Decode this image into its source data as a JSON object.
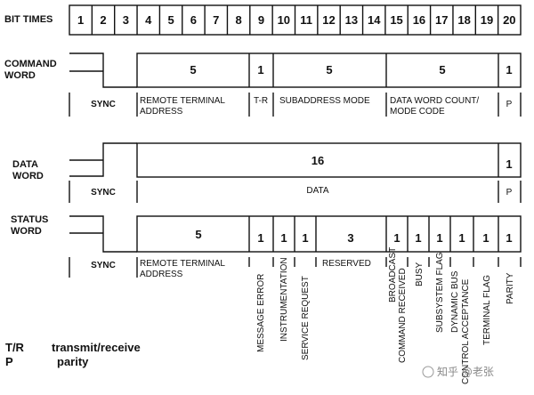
{
  "header": {
    "label": "BIT TIMES",
    "bits": [
      "1",
      "2",
      "3",
      "4",
      "5",
      "6",
      "7",
      "8",
      "9",
      "10",
      "11",
      "12",
      "13",
      "14",
      "15",
      "16",
      "17",
      "18",
      "19",
      "20"
    ]
  },
  "command_word": {
    "label_line1": "COMMAND",
    "label_line2": "WORD",
    "values": {
      "rt": "5",
      "tr": "1",
      "sub": "5",
      "count": "5",
      "parity": "1"
    },
    "fields": {
      "sync": "SYNC",
      "rt_line1": "REMOTE TERMINAL",
      "rt_line2": "ADDRESS",
      "tr": "T-R",
      "sub": "SUBADDRESS MODE",
      "count_line1": "DATA WORD COUNT/",
      "count_line2": "MODE CODE",
      "parity": "P"
    }
  },
  "data_word": {
    "label_line1": "DATA",
    "label_line2": "WORD",
    "values": {
      "data": "16",
      "parity": "1"
    },
    "fields": {
      "sync": "SYNC",
      "data": "DATA",
      "parity": "P"
    }
  },
  "status_word": {
    "label_line1": "STATUS",
    "label_line2": "WORD",
    "values": {
      "rt": "5",
      "me": "1",
      "instr": "1",
      "sr": "1",
      "reserved": "3",
      "bcr": "1",
      "busy": "1",
      "ssf": "1",
      "dbca": "1",
      "tf": "1",
      "parity": "1"
    },
    "fields": {
      "sync": "SYNC",
      "rt_line1": "REMOTE TERMINAL",
      "rt_line2": "ADDRESS",
      "me": "MESSAGE ERROR",
      "instr": "INSTRUMENTATION",
      "sr": "SERVICE REQUEST",
      "reserved": "RESERVED",
      "bcr_line1": "BROADCAST",
      "bcr_line2": "COMMAND RECEIVED",
      "busy": "BUSY",
      "ssf": "SUBSYSTEM FLAG",
      "dbca_line1": "DYNAMIC BUS",
      "dbca_line2": "CONTROL ACCEPTANCE",
      "tf": "TERMINAL FLAG",
      "parity": "PARITY"
    }
  },
  "legend": {
    "tr_abbr": "T/R",
    "tr_text": "transmit/receive",
    "p_abbr": "P",
    "p_text": "parity"
  },
  "watermark": "知乎 @老张"
}
